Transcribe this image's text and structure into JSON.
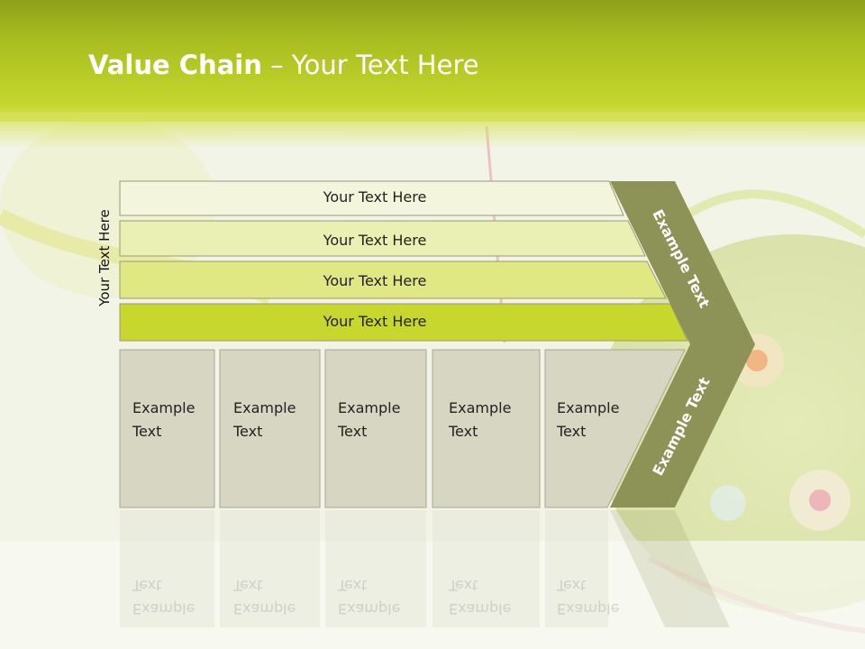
{
  "slide": {
    "title_bold": "Value Chain",
    "title_rest": " – Your Text Here",
    "side_label": "Your Text Here",
    "bars": [
      {
        "label": "Your Text Here",
        "color": "#f3f6dc"
      },
      {
        "label": "Your Text Here",
        "color": "#eaf0b4"
      },
      {
        "label": "Your Text Here",
        "color": "#dfe882"
      },
      {
        "label": "Your Text Here",
        "color": "#c7d72e"
      }
    ],
    "columns": [
      {
        "line1": "Example",
        "line2": "Text"
      },
      {
        "line1": "Example",
        "line2": "Text"
      },
      {
        "line1": "Example",
        "line2": "Text"
      },
      {
        "line1": "Example",
        "line2": "Text"
      },
      {
        "line1": "Example",
        "line2": "Text"
      }
    ],
    "arrow_top_label": "Example Text",
    "arrow_bottom_label": "Example Text",
    "colors": {
      "arrow": "#8d9256",
      "column": "#d6d6c2",
      "header": "#a9bf20"
    }
  }
}
